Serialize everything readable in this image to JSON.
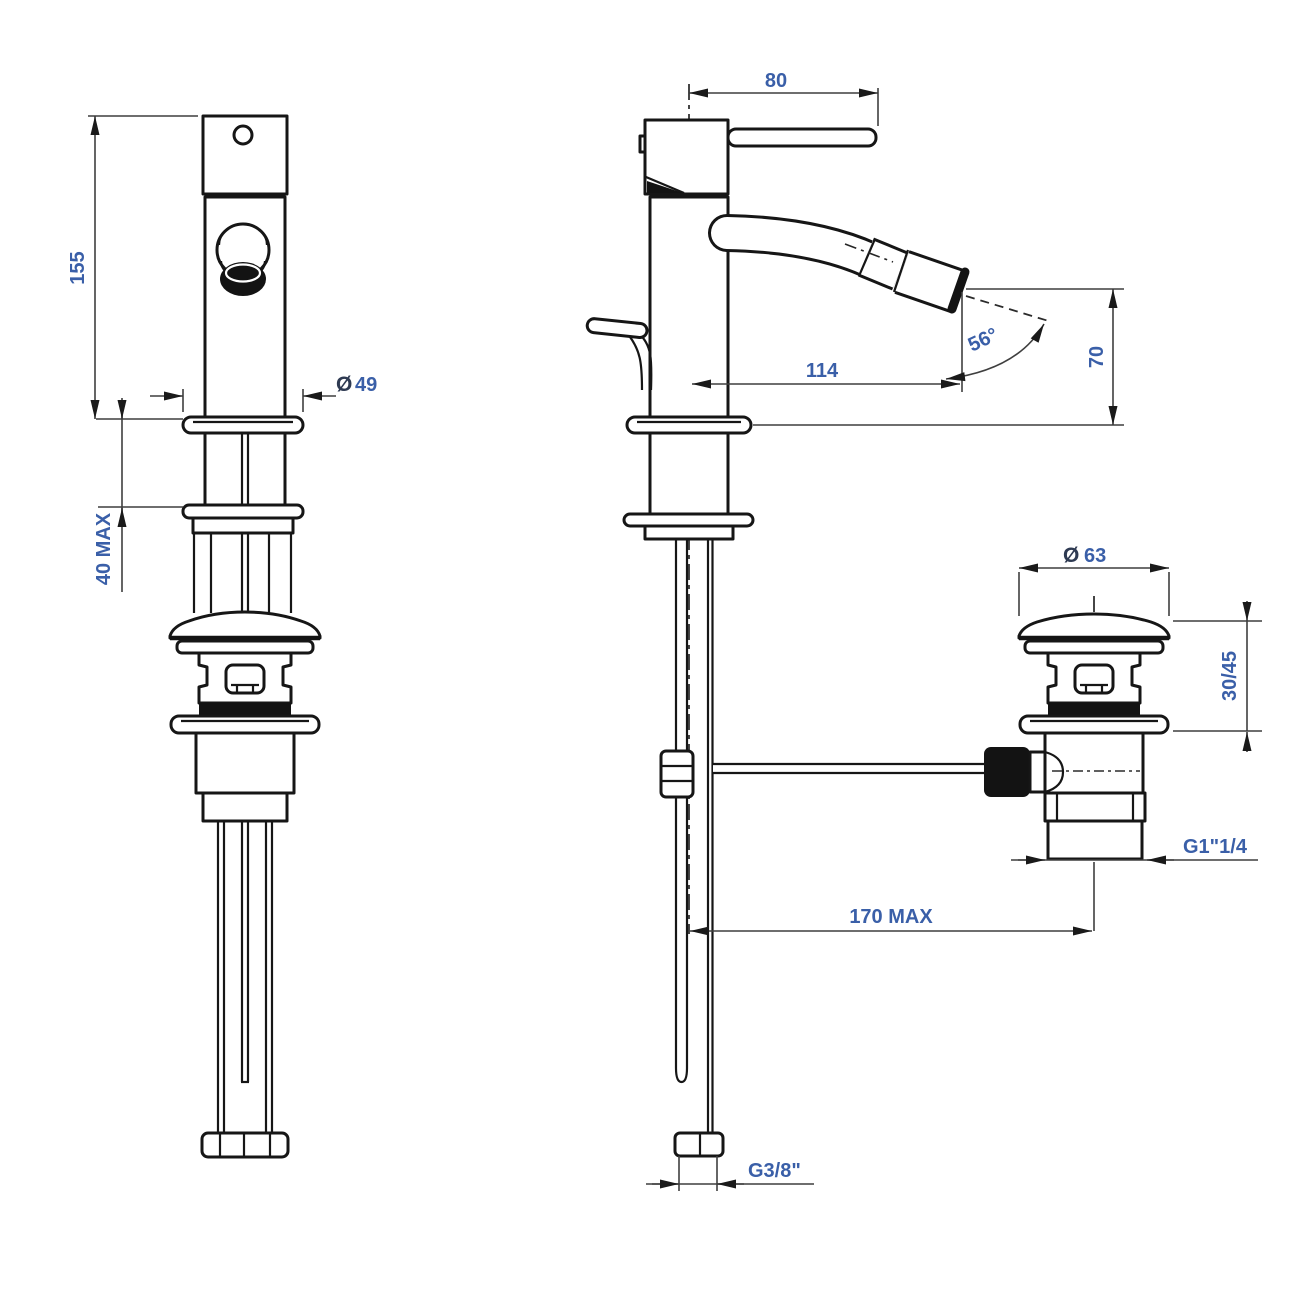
{
  "colors": {
    "line": "#161616",
    "dimension_line": "#3f3f3f",
    "label_text": "#3a5fa8"
  },
  "front": {
    "overall_height": "155",
    "base_dia_symbol": "Ø",
    "base_dia": "49",
    "deck_max": "40 MAX"
  },
  "side": {
    "handle_reach": "80",
    "spout_reach": "114",
    "spout_angle": "56°",
    "spout_height": "70",
    "hose_reach": "170 MAX",
    "supply_thread": "G3/8\""
  },
  "waste": {
    "cap_dia_symbol": "Ø",
    "cap_dia": "63",
    "height_range": "30/45",
    "thread": "G1\"1/4"
  }
}
